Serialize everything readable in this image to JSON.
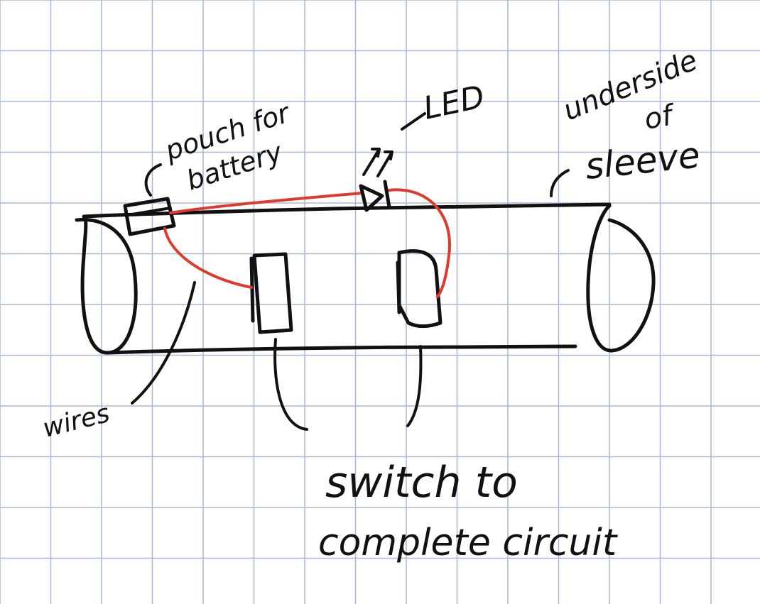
{
  "labels": {
    "pouch_line1": "pouch for",
    "pouch_line2": "battery",
    "led": "LED",
    "underside_line1": "underside",
    "underside_line2": "of",
    "underside_line3": "sleeve",
    "wires": "wires",
    "switch_line1": "switch to",
    "switch_line2": "complete circuit"
  },
  "colors": {
    "grid": "#a9b8d6",
    "ink": "#111111",
    "wire": "#e03a2f",
    "paper": "#ffffff"
  }
}
